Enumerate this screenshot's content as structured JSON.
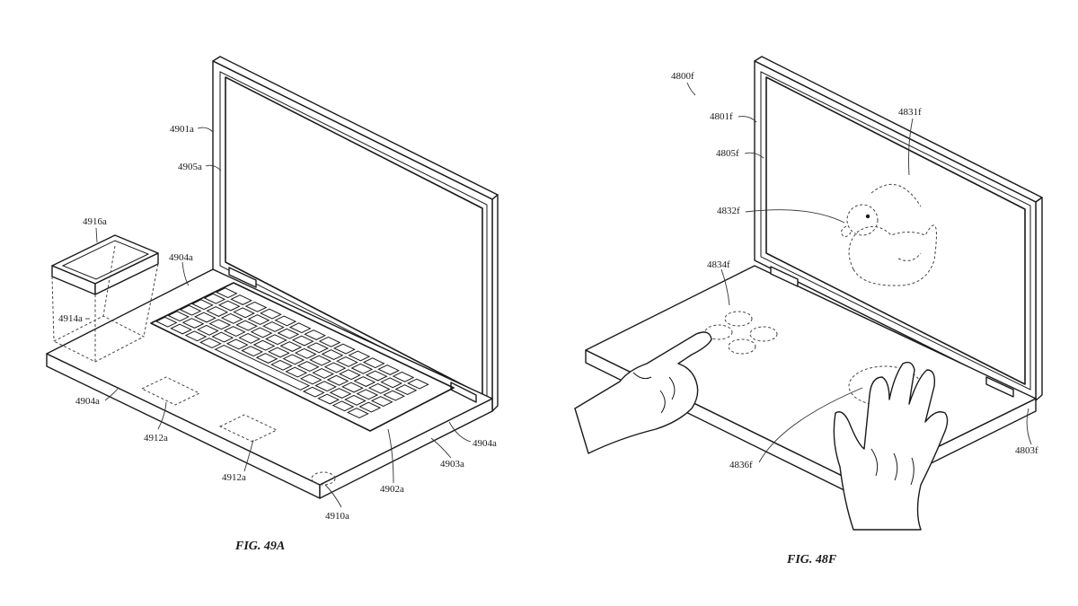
{
  "left_figure": {
    "caption": "FIG. 49A",
    "labels": {
      "l4901a": "4901a",
      "l4905a": "4905a",
      "l4916a": "4916a",
      "l4904a_top": "4904a",
      "l4914a": "4914a",
      "l4904a_left": "4904a",
      "l4912a_1": "4912a",
      "l4912a_2": "4912a",
      "l4910a": "4910a",
      "l4902a": "4902a",
      "l4903a": "4903a",
      "l4904a_right": "4904a"
    }
  },
  "right_figure": {
    "caption": "FIG. 48F",
    "labels": {
      "l4800f": "4800f",
      "l4801f": "4801f",
      "l4805f": "4805f",
      "l4831f": "4831f",
      "l4832f": "4832f",
      "l4834f": "4834f",
      "l4836f": "4836f",
      "l4803f": "4803f"
    }
  },
  "colors": {
    "line": "#1a1a1a",
    "background": "#ffffff"
  }
}
